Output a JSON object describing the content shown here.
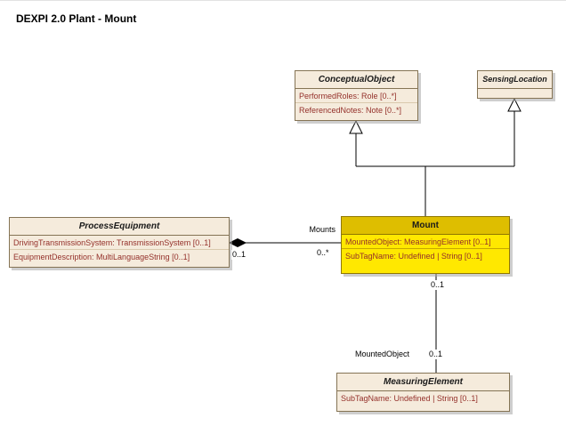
{
  "title": "DEXPI 2.0 Plant - Mount",
  "colors": {
    "class_fill": "#F5EBDC",
    "class_border": "#857455",
    "attribute_text": "#94302A",
    "highlight_header": "#DEBE00",
    "highlight_body": "#FFE800",
    "connector": "#000000",
    "shadow": "#A5A5A5"
  },
  "classes": {
    "conceptual_object": {
      "name": "ConceptualObject",
      "attributes": [
        "PerformedRoles: Role [0..*]",
        "ReferencedNotes: Note [0..*]"
      ]
    },
    "sensing_location": {
      "name": "SensingLocation",
      "attributes": []
    },
    "process_equipment": {
      "name": "ProcessEquipment",
      "attributes": [
        "DrivingTransmissionSystem: TransmissionSystem [0..1]",
        "EquipmentDescription: MultiLanguageString [0..1]"
      ]
    },
    "mount": {
      "name": "Mount",
      "attributes": [
        "MountedObject: MeasuringElement [0..1]",
        "SubTagName: Undefined | String [0..1]"
      ]
    },
    "measuring_element": {
      "name": "MeasuringElement",
      "attributes": [
        "SubTagName: Undefined | String [0..1]"
      ]
    }
  },
  "relations": {
    "mounts": {
      "name": "Mounts",
      "source_multiplicity": "0..1",
      "target_multiplicity": "0..*"
    },
    "mounted_object": {
      "name": "MountedObject",
      "source_multiplicity": "0..1",
      "target_multiplicity": "0..1"
    }
  }
}
